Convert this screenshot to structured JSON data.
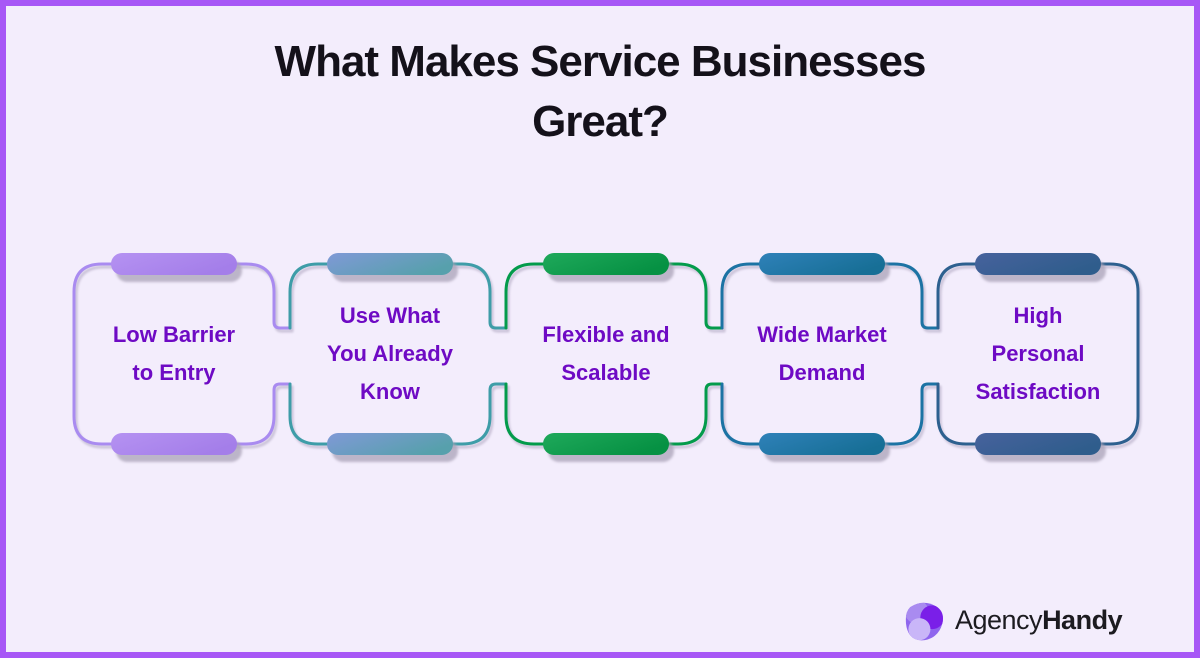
{
  "page": {
    "background_color": "#F3EDFC",
    "frame_color": "#A757F6"
  },
  "title": {
    "text": "What Makes Service Businesses\nGreat?",
    "color": "#14111A"
  },
  "cards": [
    {
      "label": "Low Barrier\nto Entry",
      "border_color": "#A98BF0",
      "cap_from": "#B592F2",
      "cap_to": "#A47EE9"
    },
    {
      "label": "Use What\nYou Already\nKnow",
      "border_color": "#3E9DA8",
      "cap_from": "#8099D7",
      "cap_to": "#57A0AC"
    },
    {
      "label": "Flexible and\nScalable",
      "border_color": "#039B4B",
      "cap_from": "#1FA95B",
      "cap_to": "#069143"
    },
    {
      "label": "Wide Market\nDemand",
      "border_color": "#1C73A4",
      "cap_from": "#2F81B9",
      "cap_to": "#176F96"
    },
    {
      "label": "High\nPersonal\nSatisfaction",
      "border_color": "#2D608F",
      "cap_from": "#47629D",
      "cap_to": "#2F5D8C"
    }
  ],
  "label_text_color": "#6E0AC4",
  "footer": {
    "brand_regular": "Agency",
    "brand_bold": "Handy",
    "logo_mark_colors": {
      "base": "#8F66EE",
      "segment_top_left": "#A98BF0",
      "segment_right": "#7A1FE8",
      "segment_bottom": "#C9B6F8"
    }
  }
}
